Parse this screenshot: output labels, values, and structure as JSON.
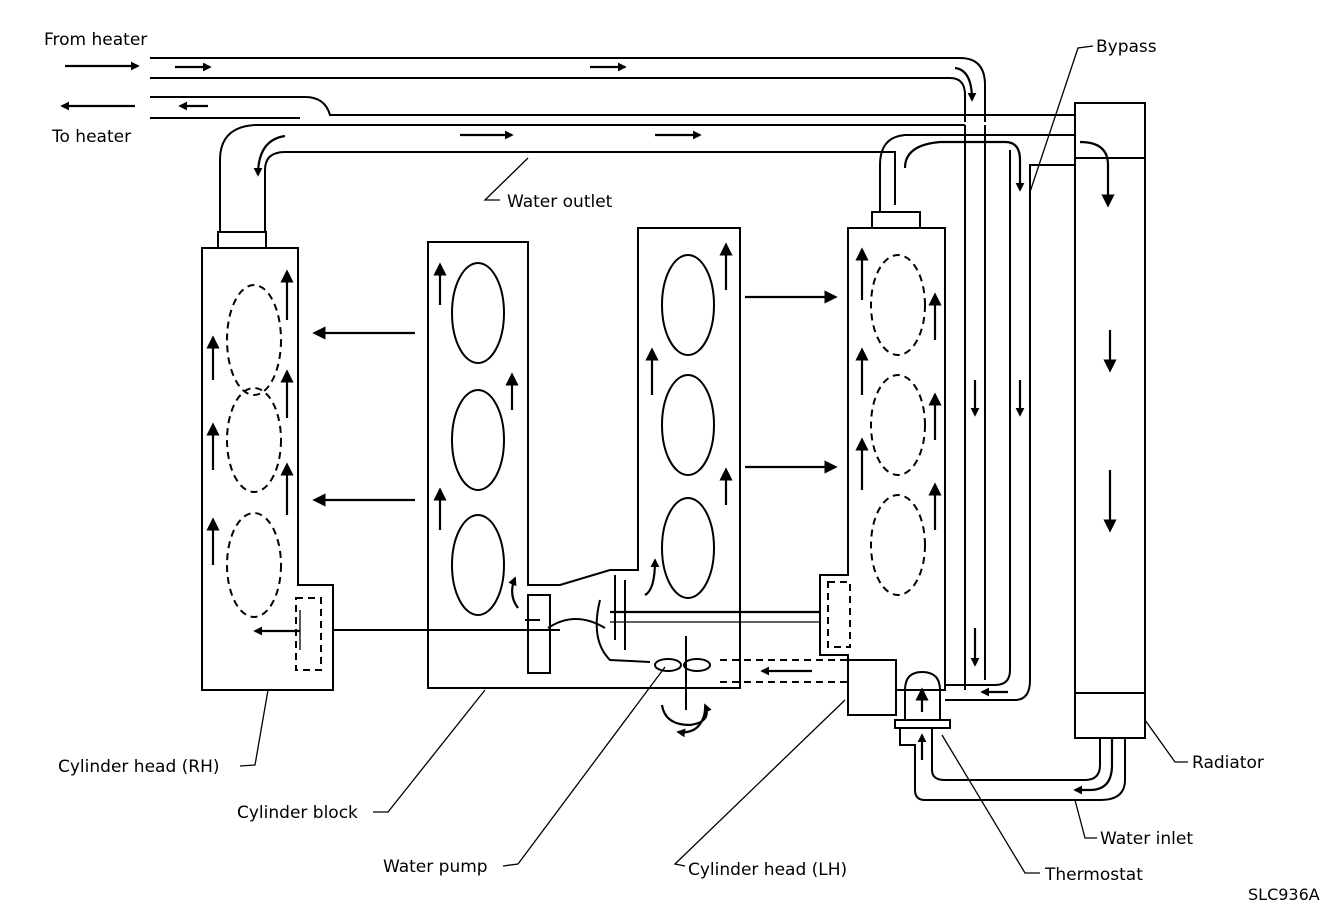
{
  "labels": {
    "from_heater": "From heater",
    "to_heater": "To heater",
    "bypass": "Bypass",
    "water_outlet": "Water outlet",
    "cylinder_head_rh": "Cylinder head (RH)",
    "cylinder_block": "Cylinder block",
    "water_pump": "Water pump",
    "cylinder_head_lh": "Cylinder head (LH)",
    "thermostat": "Thermostat",
    "water_inlet": "Water inlet",
    "radiator": "Radiator"
  },
  "figure_code": "SLC936A"
}
